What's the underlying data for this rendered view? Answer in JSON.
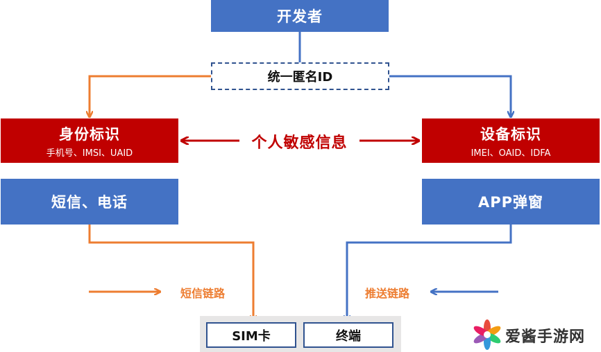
{
  "developer": "开发者",
  "unified_id": "统一匿名ID",
  "identity": {
    "title": "身份标识",
    "sub": "手机号、IMSI、UAID"
  },
  "device": {
    "title": "设备标识",
    "sub": "IMEI、OAID、IDFA"
  },
  "sensitive": "个人敏感信息",
  "sms_phone": "短信、电话",
  "app_popup": "APP弹窗",
  "sms_link": "短信链路",
  "push_link": "推送链路",
  "sim_card": "SIM卡",
  "terminal": "终端",
  "watermark": "爱酱手游网",
  "colors": {
    "blue": "#4472c4",
    "red": "#c00000",
    "orange": "#ed7d31",
    "dark_red": "#c00000"
  }
}
